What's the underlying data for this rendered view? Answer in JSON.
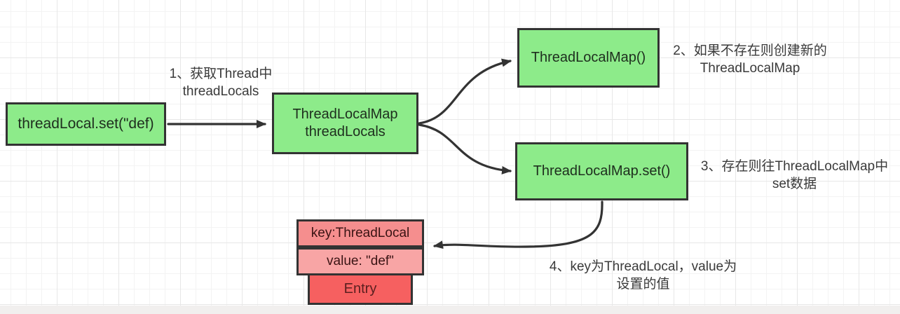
{
  "nodes": {
    "start": {
      "label": "threadLocal.set(\"def)"
    },
    "thread_locals": {
      "line1": "ThreadLocalMap",
      "line2": "threadLocals"
    },
    "new_map": {
      "label": "ThreadLocalMap()"
    },
    "map_set": {
      "label": "ThreadLocalMap.set()"
    },
    "entry_key": {
      "label": "key:ThreadLocal"
    },
    "entry_value": {
      "label": "value: \"def\""
    },
    "entry": {
      "label": "Entry"
    }
  },
  "annotations": {
    "step1": {
      "line1": "1、获取Thread中",
      "line2": "threadLocals"
    },
    "step2": {
      "line1": "2、如果不存在则创建新的",
      "line2": "ThreadLocalMap"
    },
    "step3": {
      "line1": "3、存在则往ThreadLocalMap中",
      "line2": "set数据"
    },
    "step4": {
      "line1": "4、key为ThreadLocal，value为",
      "line2": "设置的值"
    }
  },
  "colors": {
    "node_green": "#8deb8a",
    "node_border": "#333333",
    "key_pink": "#f58e8e",
    "value_pink": "#f8a5a5",
    "entry_red": "#f66060",
    "arrow": "#333333"
  }
}
